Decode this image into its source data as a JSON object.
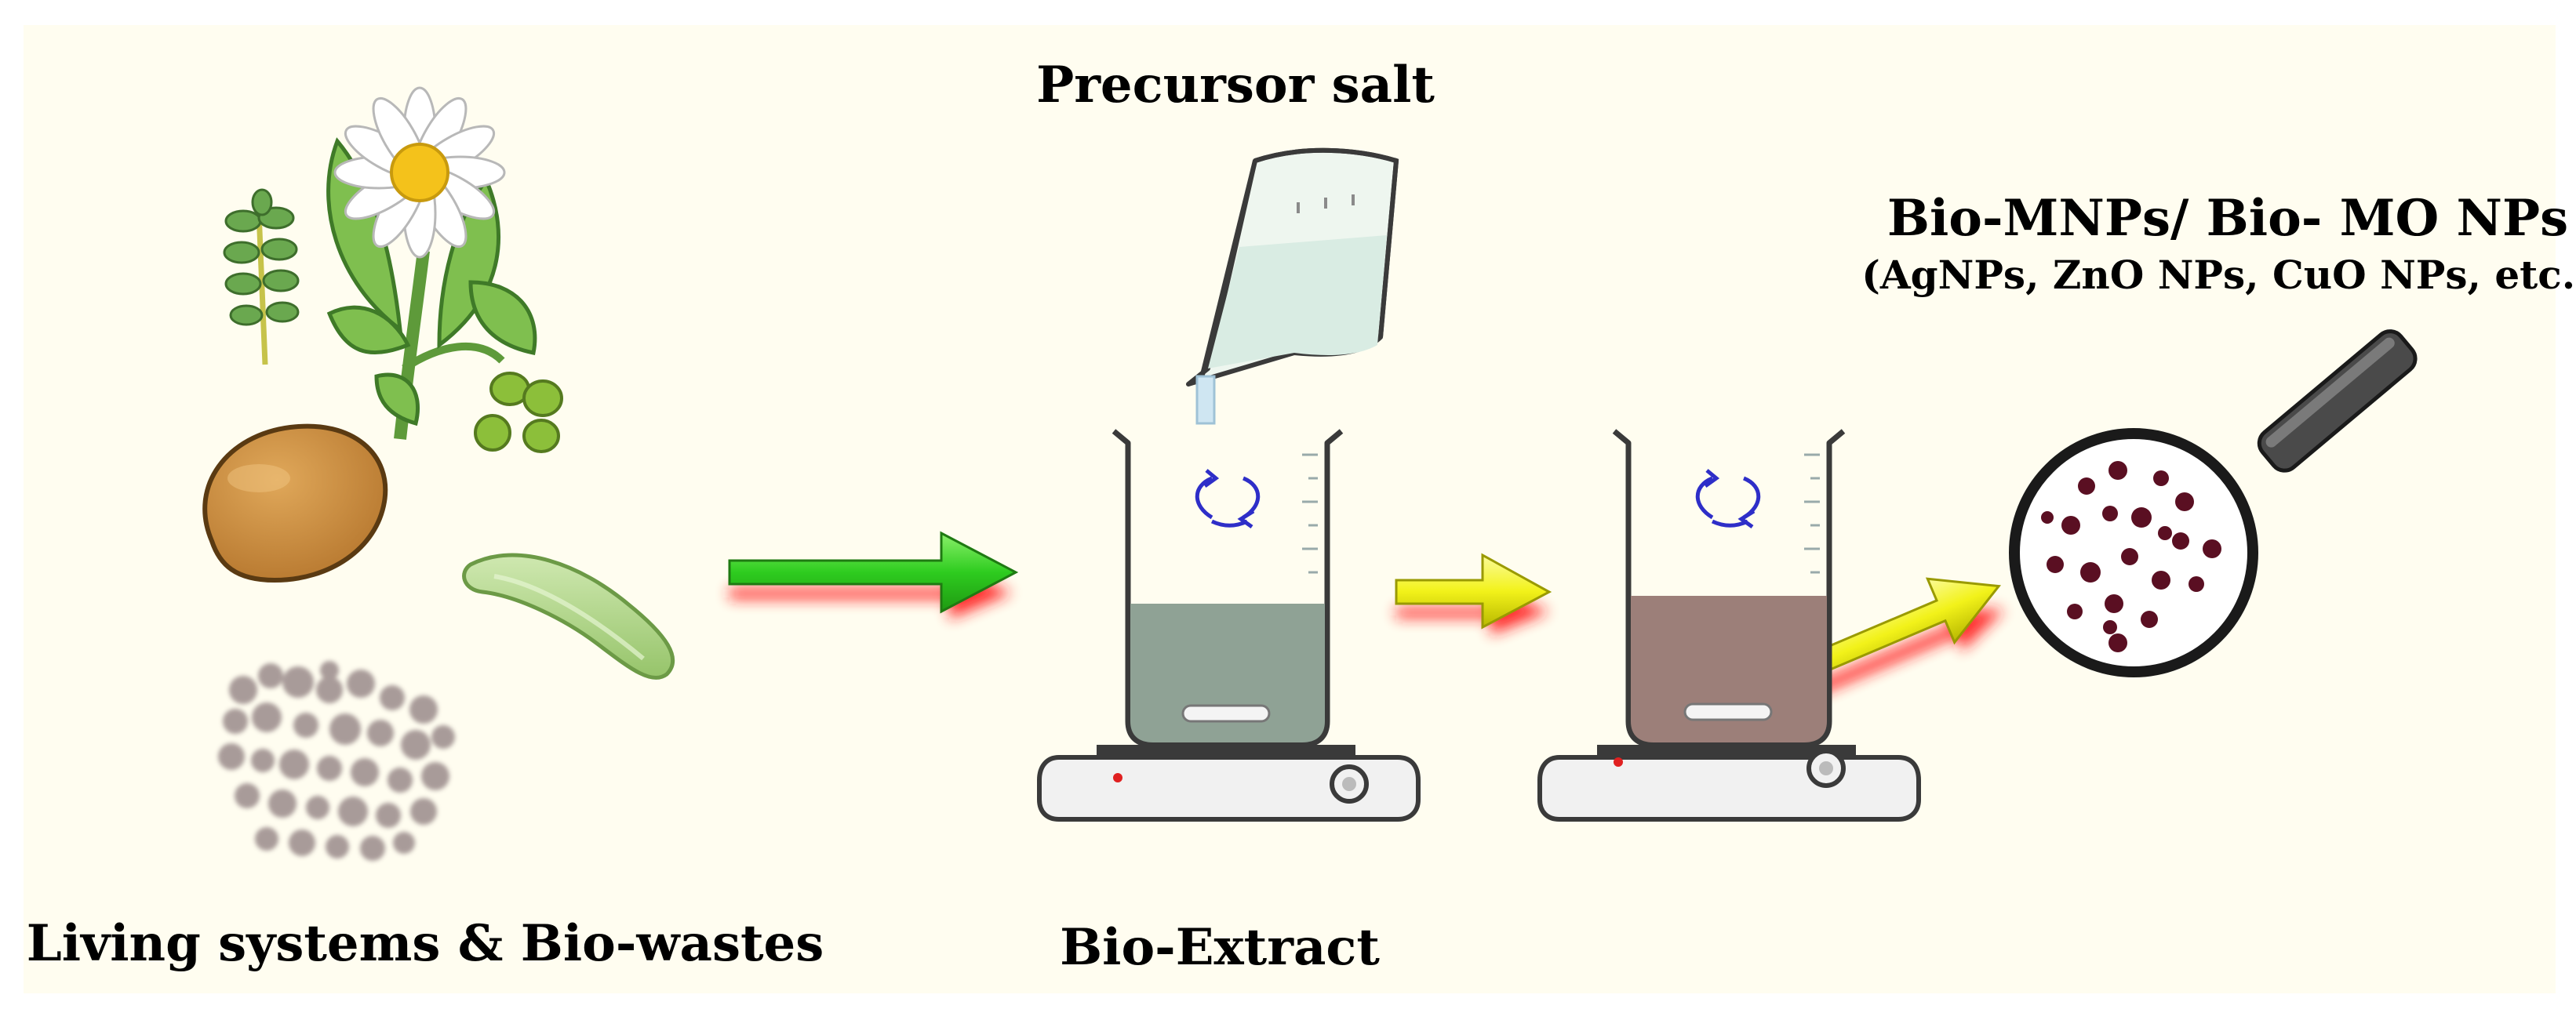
{
  "labels": {
    "precursor": "Precursor salt",
    "living": "Living systems & Bio-wastes",
    "extract": "Bio-Extract",
    "product_title": "Bio-MNPs/ Bio- MO NPs",
    "product_sub": "(AgNPs, ZnO NPs, CuO NPs, etc.)"
  },
  "colors": {
    "background": "#fffdf0",
    "arrow_green": "#2ecc1f",
    "arrow_yellow": "#f2f21a",
    "arrow_glow": "#ff1a1a",
    "liquid_green": "#8fa295",
    "liquid_brown": "#9c7f79",
    "nanoparticle": "#5a0f22",
    "stir_icon": "#2e2ec8"
  }
}
